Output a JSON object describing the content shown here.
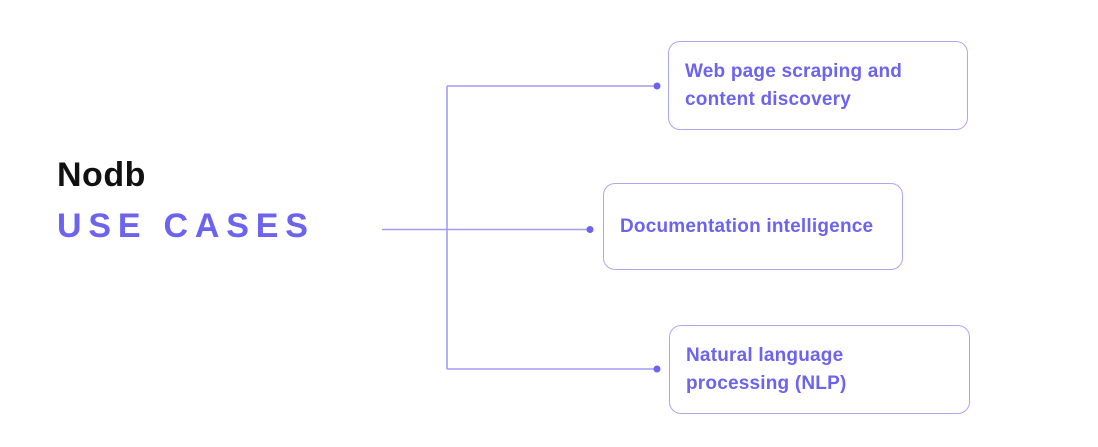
{
  "diagram": {
    "title": "Nodb",
    "subtitle": "USE CASES",
    "nodes": [
      {
        "label": "Web page scraping and content discovery"
      },
      {
        "label": "Documentation intelligence"
      },
      {
        "label": "Natural language processing (NLP)"
      }
    ]
  },
  "theme": {
    "accent": "#6C63EE",
    "box-border": "#ACA7F4",
    "line": "#A29CF2",
    "title-color": "#111111",
    "bg": "#FFFFFF"
  }
}
